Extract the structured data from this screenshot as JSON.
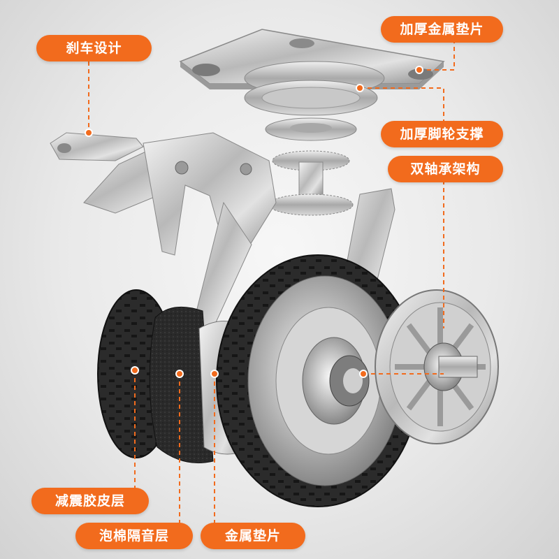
{
  "labels": {
    "brake_design": "刹车设计",
    "thick_metal_gasket": "加厚金属垫片",
    "thick_caster_support": "加厚脚轮支撑",
    "dual_bearing_frame": "双轴承架构",
    "shock_rubber_layer": "减震胶皮层",
    "foam_sound_insulation": "泡棉隔音层",
    "metal_gasket": "金属垫片"
  },
  "colors": {
    "accent": "#f26b1d",
    "label_text": "#ffffff",
    "leader_line": "#f26b1d"
  },
  "icons": {
    "leader_dot": "circle-dot"
  }
}
